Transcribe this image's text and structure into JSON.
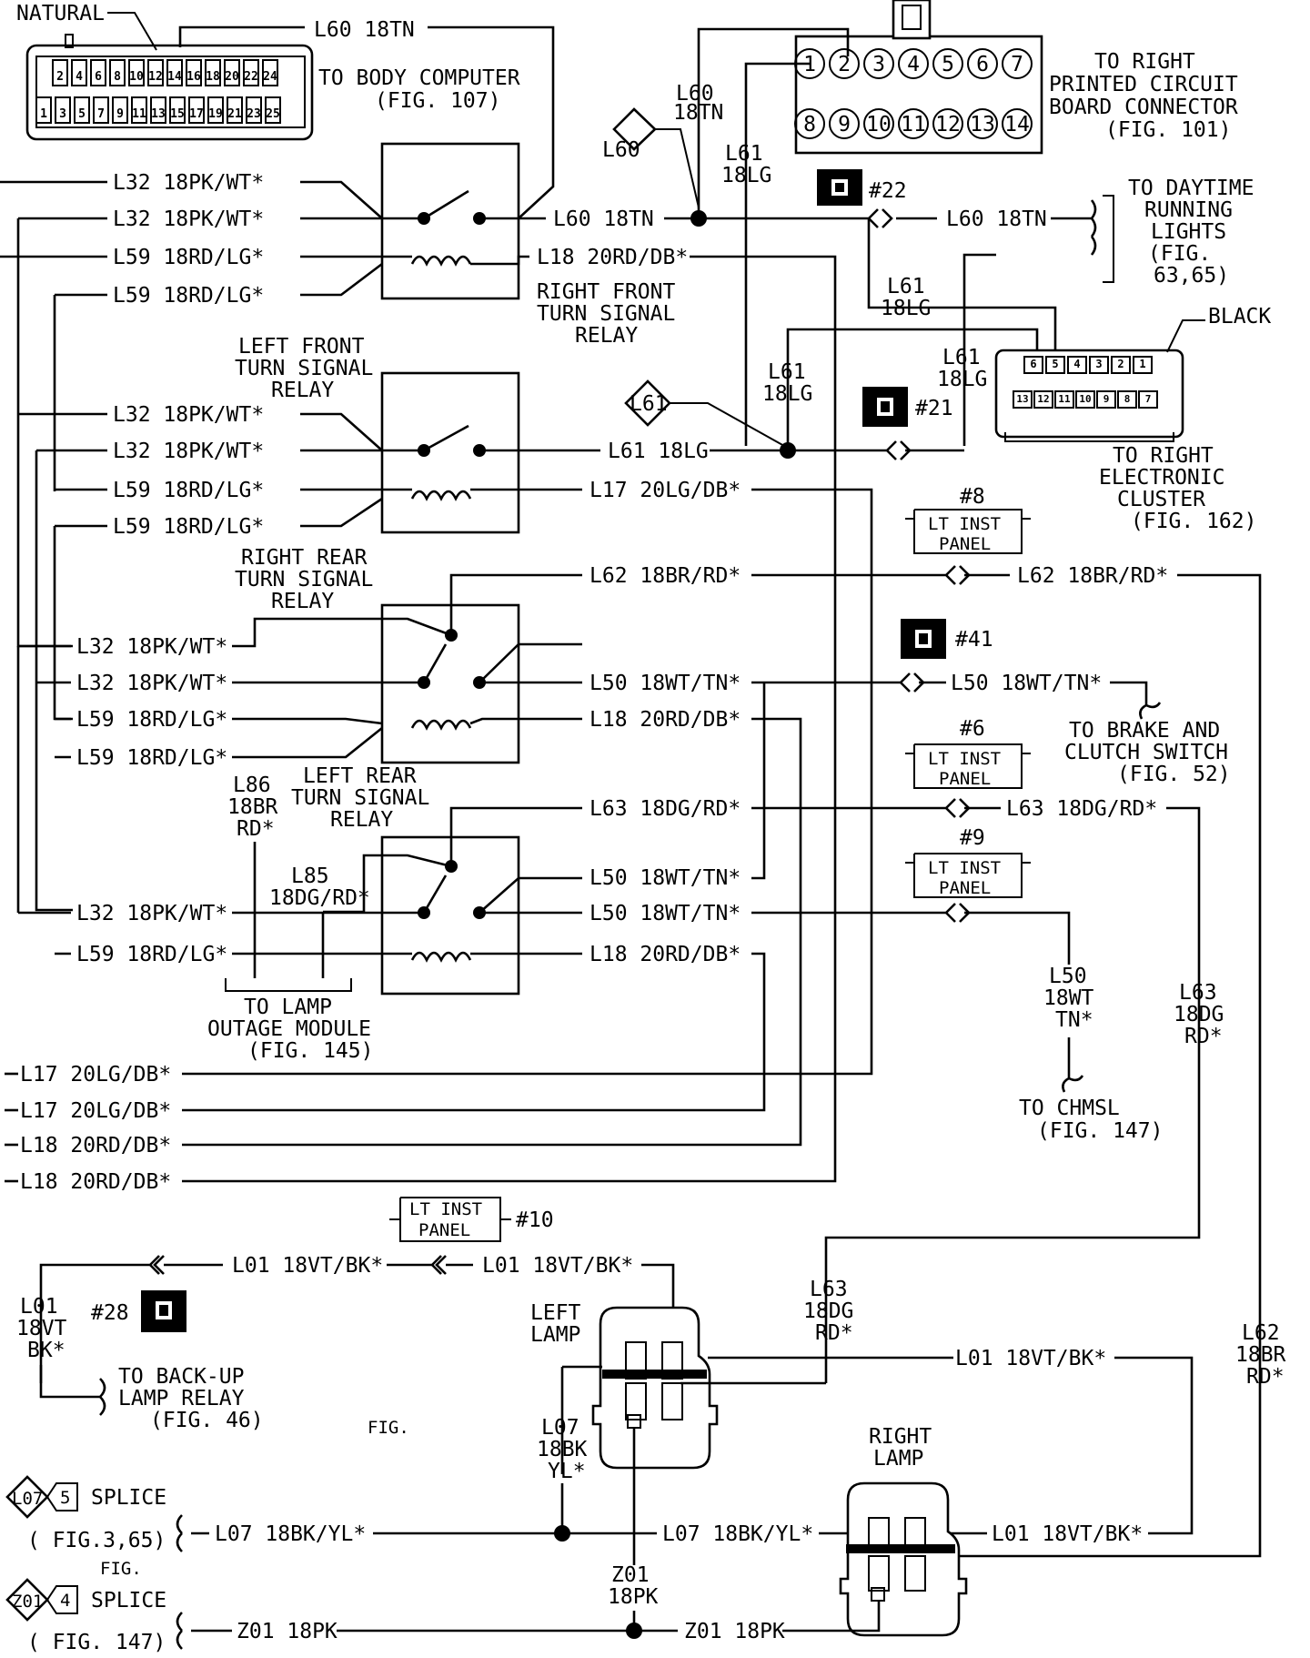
{
  "labels": {
    "natural": "NATURAL",
    "to_body_computer": "TO BODY COMPUTER",
    "fig_107": "(FIG. 107)",
    "to_right_pcb_1": "TO RIGHT",
    "to_right_pcb_2": "PRINTED CIRCUIT",
    "to_right_pcb_3": "BOARD CONNECTOR",
    "fig_101": "(FIG. 101)",
    "to_drl_1": "TO DAYTIME",
    "to_drl_2": "RUNNING",
    "to_drl_3": "LIGHTS",
    "to_drl_4": "(FIG.",
    "to_drl_5": "63,65)",
    "black": "BLACK",
    "to_cluster_1": "TO RIGHT",
    "to_cluster_2": "ELECTRONIC",
    "to_cluster_3": "CLUSTER",
    "fig_162": "(FIG. 162)",
    "rf_relay_1": "RIGHT FRONT",
    "rf_relay_2": "TURN SIGNAL",
    "rf_relay_3": "RELAY",
    "lf_relay_1": "LEFT FRONT",
    "lf_relay_2": "TURN SIGNAL",
    "lf_relay_3": "RELAY",
    "rr_relay_1": "RIGHT REAR",
    "rr_relay_2": "TURN SIGNAL",
    "rr_relay_3": "RELAY",
    "lr_relay_1": "LEFT REAR",
    "lr_relay_2": "TURN SIGNAL",
    "lr_relay_3": "RELAY",
    "brake_1": "TO BRAKE AND",
    "brake_2": "CLUTCH SWITCH",
    "fig_52": "(FIG. 52)",
    "lamp_outage_1": "TO LAMP",
    "lamp_outage_2": "OUTAGE MODULE",
    "fig_145": "(FIG. 145)",
    "chmsl": "TO CHMSL",
    "fig_147": "(FIG. 147)",
    "backup_1": "TO BACK-UP",
    "backup_2": "LAMP RELAY",
    "fig_46": "(FIG. 46)",
    "left_lamp_1": "LEFT",
    "left_lamp_2": "LAMP",
    "right_lamp_1": "RIGHT",
    "right_lamp_2": "LAMP",
    "fig": "FIG.",
    "fig2": "FIG.",
    "splice": "SPLICE",
    "splice2": "SPLICE",
    "fig_3_65": "( FIG.3,65)",
    "fig_147b": "( FIG. 147)",
    "lt_inst": "LT INST",
    "panel": "PANEL"
  },
  "badges": {
    "l60": "L60",
    "l61": "L61",
    "l07": "L07",
    "l07n": "5",
    "z01": "Z01",
    "z01n": "4",
    "c22": "#22",
    "c21": "#21",
    "c41": "#41",
    "c28": "#28",
    "p8": "#8",
    "p6": "#6",
    "p9": "#9",
    "p10": "#10"
  },
  "wires": {
    "l60_top": "L60 18TN",
    "l32_a": "L32 18PK/WT*",
    "l32_b": "L32 18PK/WT*",
    "l60_mid": "L60 18TN",
    "l59_a": "L59 18RD/LG*",
    "l59_b": "L59 18RD/LG*",
    "l18_rf": "L18 20RD/DB*",
    "l60_v1": "L60",
    "l60_v2": "18TN",
    "l61_v1": "L61",
    "l61_v2": "18LG",
    "l60_drl": "L60 18TN",
    "l61_c1": "L61",
    "l61_c2": "18LG",
    "l61_d1": "L61",
    "l61_d2": "18LG",
    "l61_e1": "L61",
    "l61_e2": "18LG",
    "l32_c": "L32 18PK/WT*",
    "l32_d": "L32 18PK/WT*",
    "l61_lf": "L61 18LG",
    "l59_c": "L59 18RD/LG*",
    "l17_lf": "L17 20LG/DB*",
    "l59_d": "L59 18RD/LG*",
    "l62_a": "L62 18BR/RD*",
    "l62_b": "L62 18BR/RD*",
    "l32_e": "L32 18PK/WT*",
    "l32_f": "L32 18PK/WT*",
    "l50_rr": "L50 18WT/TN*",
    "l50_brake": "L50 18WT/TN*",
    "l59_e": "L59 18RD/LG*",
    "l18_rr": "L18 20RD/DB*",
    "l59_f": "L59 18RD/LG*",
    "l86_1": "L86",
    "l86_2": "18BR",
    "l86_3": "RD*",
    "l63_a": "L63 18DG/RD*",
    "l63_b": "L63 18DG/RD*",
    "l85_1": "L85",
    "l85_2": "18DG/RD*",
    "l50_lr_a": "L50 18WT/TN*",
    "l32_g": "L32 18PK/WT*",
    "l50_lr_b": "L50 18WT/TN*",
    "l59_g": "L59 18RD/LG*",
    "l18_lr": "L18 20RD/DB*",
    "l50_v1": "L50",
    "l50_v2": "18WT",
    "l50_v3": "TN*",
    "l63_v1": "L63",
    "l63_v2": "18DG",
    "l63_v3": "RD*",
    "l17_a": "L17 20LG/DB*",
    "l17_b": "L17 20LG/DB*",
    "l18_a": "L18 20RD/DB*",
    "l18_b": "L18 20RD/DB*",
    "l01_a": "L01 18VT/BK*",
    "l01_b": "L01 18VT/BK*",
    "l01_v1": "L01",
    "l01_v2": "18VT",
    "l01_v3": "BK*",
    "l63_w1": "L63",
    "l63_w2": "18DG",
    "l63_w3": "RD*",
    "l01_c": "L01 18VT/BK*",
    "l62_v1": "L62",
    "l62_v2": "18BR",
    "l62_v3": "RD*",
    "l07_v1": "L07",
    "l07_v2": "18BK",
    "l07_v3": "YL*",
    "l07_a": "L07 18BK/YL*",
    "l07_b": "L07 18BK/YL*",
    "l01_d": "L01 18VT/BK*",
    "z01_v1": "Z01",
    "z01_v2": "18PK",
    "z01_a": "Z01 18PK",
    "z01_b": "Z01 18PK"
  },
  "connectors": {
    "body_top": [
      "2",
      "4",
      "6",
      "8",
      "10",
      "12",
      "14",
      "16",
      "18",
      "20",
      "22",
      "24"
    ],
    "body_bot": [
      "1",
      "3",
      "5",
      "7",
      "9",
      "11",
      "13",
      "15",
      "17",
      "19",
      "21",
      "23",
      "25"
    ],
    "pcb_top": [
      "1",
      "2",
      "3",
      "4",
      "5",
      "6",
      "7"
    ],
    "pcb_bot": [
      "8",
      "9",
      "10",
      "11",
      "12",
      "13",
      "14"
    ],
    "cluster_top": [
      "6",
      "5",
      "4",
      "3",
      "2",
      "1"
    ],
    "cluster_bot": [
      "13",
      "12",
      "11",
      "10",
      "9",
      "8",
      "7"
    ]
  }
}
